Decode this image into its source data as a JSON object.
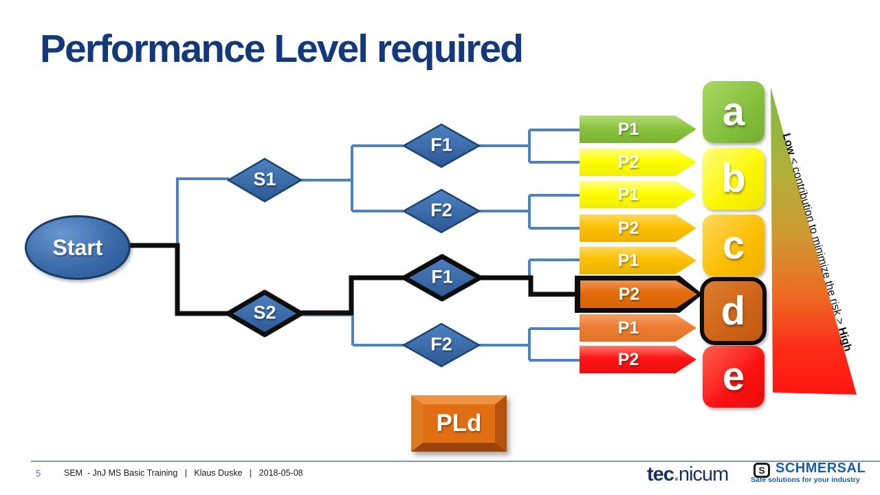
{
  "slide": {
    "title": "Performance Level required"
  },
  "flowchart": {
    "start": "Start",
    "decisions": {
      "s1": "S1",
      "s2": "S2",
      "f1_top": "F1",
      "f2_top": "F2",
      "f1_bottom": "F1",
      "f2_bottom": "F2"
    },
    "tags": [
      {
        "label": "P1",
        "color": "#8BC53E"
      },
      {
        "label": "P2",
        "color": "#FFFF00"
      },
      {
        "label": "P1",
        "color": "#FFFF00"
      },
      {
        "label": "P2",
        "color": "#FDC000"
      },
      {
        "label": "P1",
        "color": "#FDC000"
      },
      {
        "label": "P2",
        "color": "#E36C0A",
        "highlighted": true
      },
      {
        "label": "P1",
        "color": "#ED7D31"
      },
      {
        "label": "P2",
        "color": "#FE1414"
      }
    ],
    "results": [
      {
        "label": "a",
        "color": "#84C03C"
      },
      {
        "label": "b",
        "color": "#FBF500"
      },
      {
        "label": "c",
        "color": "#FCBE00"
      },
      {
        "label": "d",
        "color": "#CD6418",
        "highlighted": true
      },
      {
        "label": "e",
        "color": "#FB1111"
      }
    ],
    "highlighted_path": [
      "Start",
      "S2",
      "F1",
      "P2",
      "d"
    ],
    "result_badge": "PLd",
    "risk_scale": {
      "low": "Low",
      "middle": "< contribution to minimize the risk >",
      "high": "High",
      "gradient": [
        "#7CBA43",
        "#B2AF3B",
        "#CF9930",
        "#EE6A24",
        "#FF1510"
      ]
    },
    "line_colors": {
      "normal": "#4F81BD",
      "highlighted": "#0D0D0D"
    }
  },
  "footer": {
    "page_number": "5",
    "text": "SEM  - JnJ MS Basic Training   |   Klaus Duske   |   2018-05-08",
    "tecnicum": {
      "part1": "tec",
      "dot": ".",
      "part2": "nicum"
    },
    "schmersal": {
      "icon": "S",
      "name": "SCHMERSAL",
      "tagline": "Safe solutions for your industry"
    }
  }
}
